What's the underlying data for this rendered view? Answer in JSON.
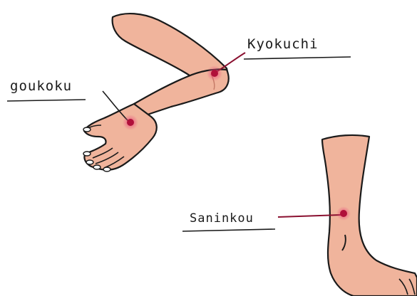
{
  "labels": {
    "kyokuchi": "Kyokuchi",
    "goukoku": "goukoku",
    "saninkou": "Saninkou"
  },
  "colors": {
    "skin": "#f0b49c",
    "skin_shade": "#e29a82",
    "outline": "#1a1a1a",
    "point": "#b0103a",
    "point_glow": "#e84b7a",
    "leader_line": "#8a1030",
    "background": "#ffffff"
  }
}
